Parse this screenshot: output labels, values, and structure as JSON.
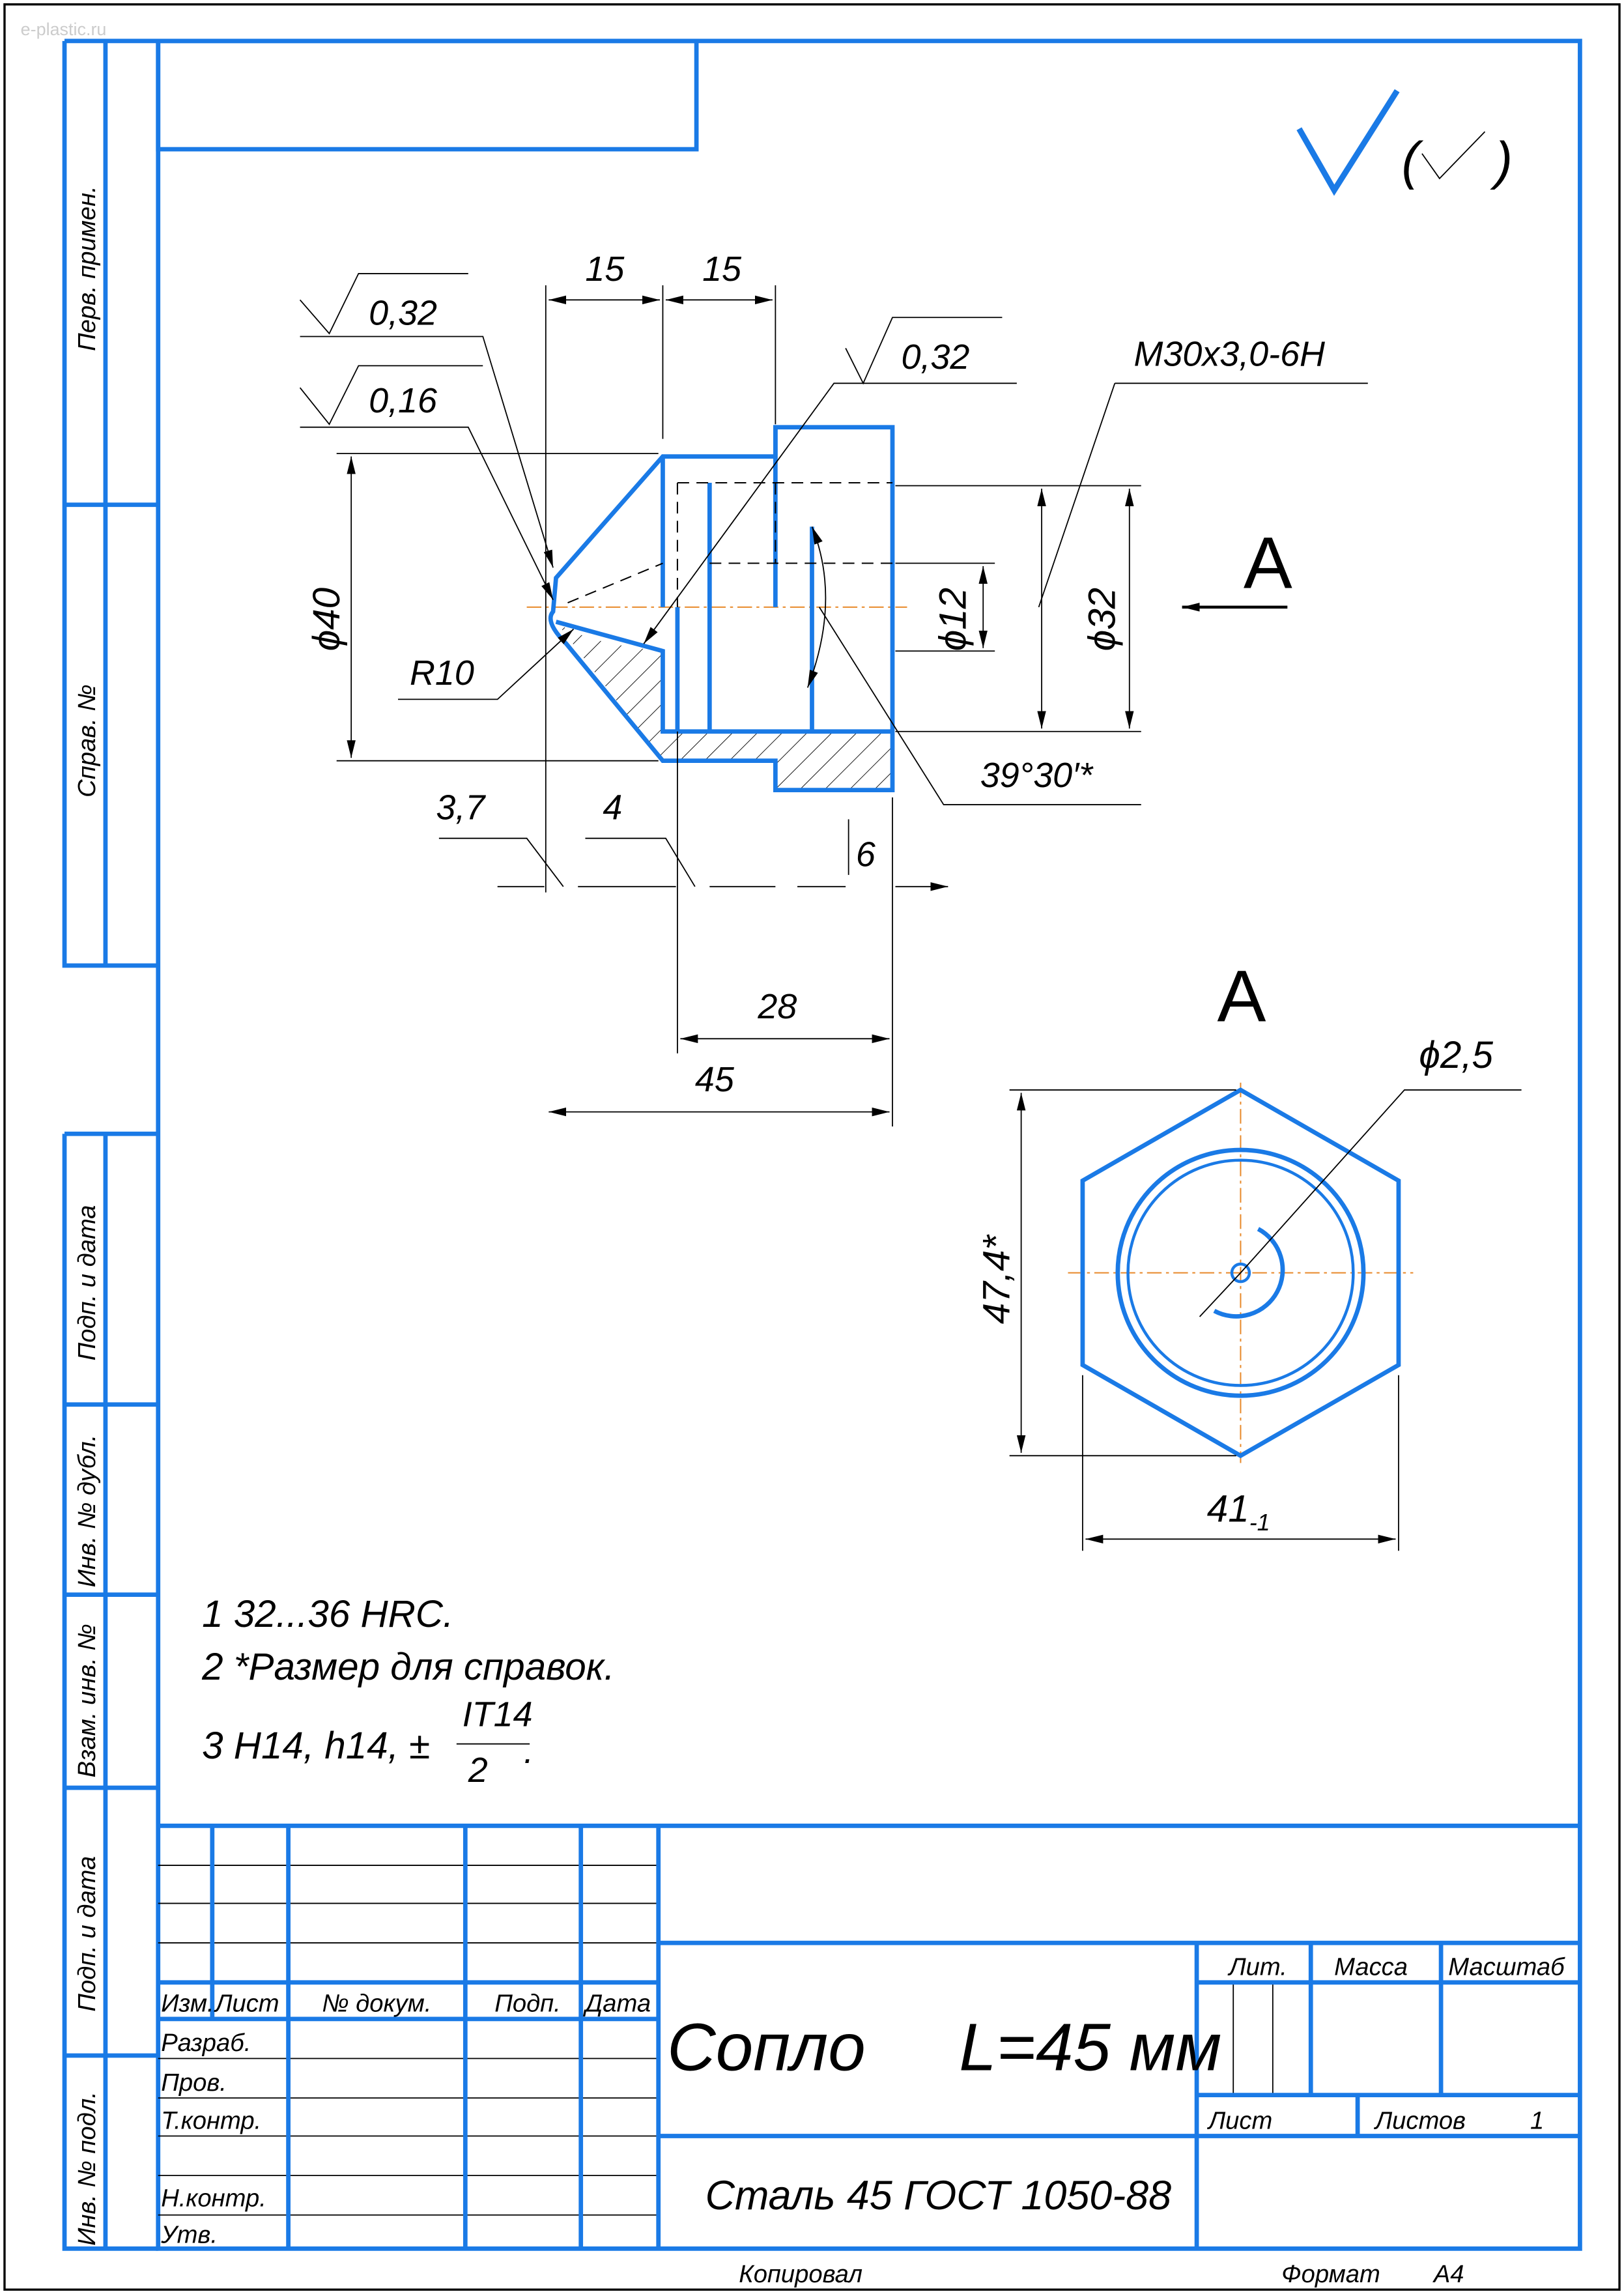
{
  "watermark": "e-plastic.ru",
  "colors": {
    "frame": "#1a7ae6",
    "centerline": "#e8892a"
  },
  "side_strip": [
    "Перв. примен.",
    "Справ. №",
    "Подп. и дата",
    "Инв. № дубл.",
    "Взам. инв. №",
    "Подп. и дата",
    "Инв. № подл."
  ],
  "roughness": {
    "general": "(",
    "general_close": ")"
  },
  "section": {
    "roughness_1": "0,32",
    "roughness_2": "0,16",
    "roughness_3": "0,32",
    "thread": "M30x3,0-6H",
    "dia40": "ϕ40",
    "dia12": "ϕ12",
    "dia32": "ϕ32",
    "radius": "R10",
    "angle": "39°30′*",
    "dim15a": "15",
    "dim15b": "15",
    "dim3_7": "3,7",
    "dim4": "4",
    "dim6": "6",
    "dim28": "28",
    "dim45": "45",
    "view_arrow": "A"
  },
  "view": {
    "title": "A",
    "hole": "ϕ2,5",
    "height": "47,4*",
    "width": "41",
    "width_sub": "-1"
  },
  "notes": {
    "n1": "1  32...36 HRC.",
    "n2": "2  *Размер для справок.",
    "n3": "3  H14, h14, ±",
    "n3_num": "IT14",
    "n3_den": "2",
    "n3_end": "."
  },
  "title_block": {
    "cols": [
      "Изм.",
      "Лист",
      "№ докум.",
      "Подп.",
      "Дата"
    ],
    "roles": [
      "Разраб.",
      "Пров.",
      "Т.контр.",
      "Н.контр.",
      "Утв."
    ],
    "name": "Сопло     L=45 мм",
    "material": "Сталь 45 ГОСТ 1050-88",
    "lit": "Лит.",
    "mass": "Масса",
    "scale": "Масштаб",
    "sheet": "Лист",
    "sheets": "Листов",
    "sheets_value": "1",
    "copied": "Копировал",
    "format": "Формат",
    "format_value": "A4"
  }
}
